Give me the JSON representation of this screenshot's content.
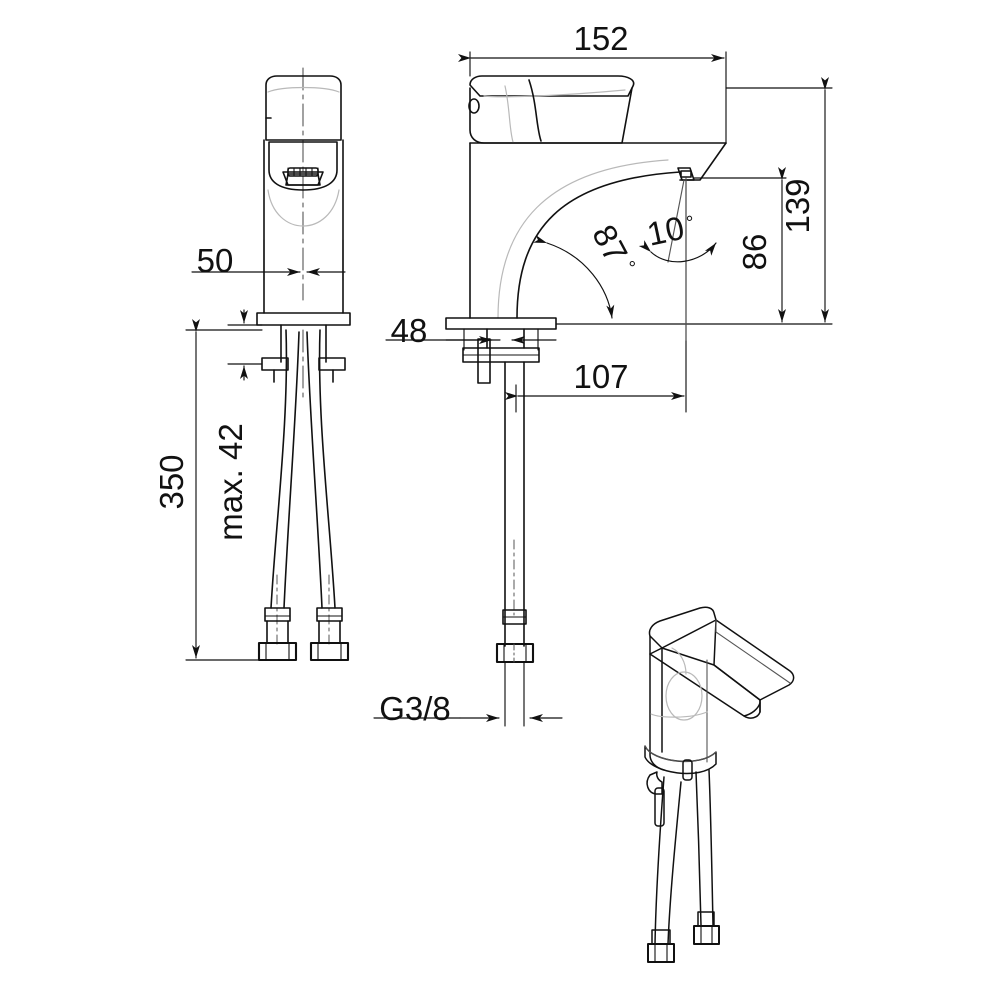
{
  "drawing": {
    "title": "Basin mixer tap technical dimension drawing",
    "units": "mm",
    "line_color": "#111111",
    "construction_color": "#b9b9b9",
    "background": "#ffffff"
  },
  "views": {
    "front": {
      "name": "front-elevation-view"
    },
    "side": {
      "name": "side-elevation-view"
    },
    "iso": {
      "name": "isometric-perspective-view"
    }
  },
  "dimensions": {
    "width_overall": "152",
    "height_overall": "139",
    "spout_height": "86",
    "spout_reach": "107",
    "base_diameter": "50",
    "base_depth": "48",
    "hose_length": "350",
    "mounting_thickness": "max. 42",
    "thread": "G3/8"
  },
  "angles": {
    "handle_open": "87",
    "spout_tilt": "10",
    "degree_symbol": "°"
  }
}
